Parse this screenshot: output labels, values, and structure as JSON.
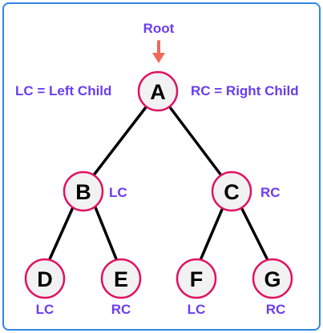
{
  "root_label": "Root",
  "legend": {
    "left": "LC = Left Child",
    "right": "RC = Right Child"
  },
  "nodes": {
    "A": "A",
    "B": "B",
    "C": "C",
    "D": "D",
    "E": "E",
    "F": "F",
    "G": "G"
  },
  "child_tags": {
    "B": "LC",
    "C": "RC",
    "D": "LC",
    "E": "RC",
    "F": "LC",
    "G": "RC"
  },
  "colors": {
    "frame_border": "#2f86e6",
    "node_stroke": "#e0115f",
    "node_fill": "#f2f2f2",
    "label_text": "#6a3df0",
    "root_arrow": "#ee6a5b",
    "edge": "#000000"
  }
}
